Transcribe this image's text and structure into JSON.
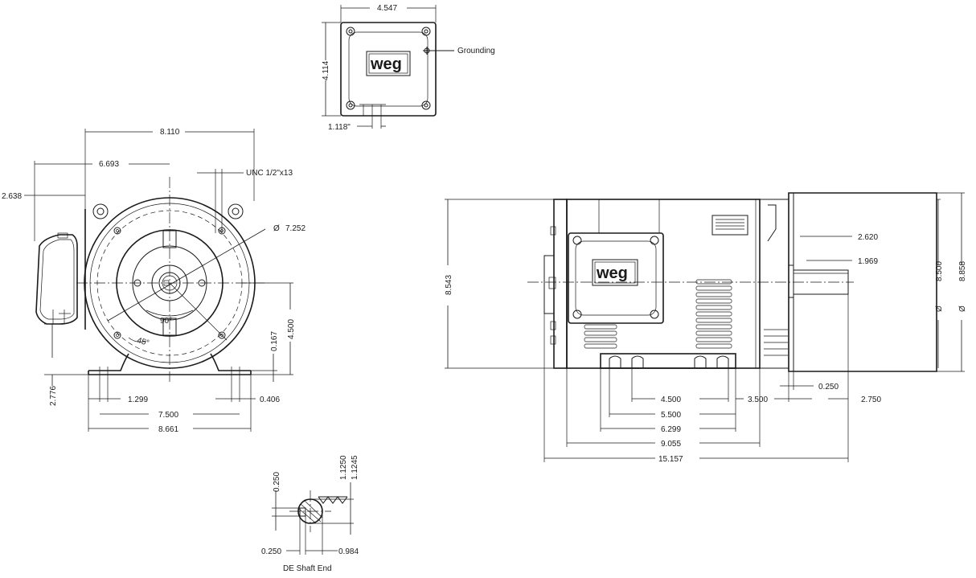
{
  "drawing": {
    "brand_logo": "weg",
    "labels": {
      "grounding": "Grounding",
      "shaft_end": "DE Shaft End",
      "thread": "UNC 1/2\"x13",
      "dia_symbol": "Ø",
      "angle_90": "90°",
      "angle_45": "45°"
    },
    "dimensions": {
      "box_width": "4.547",
      "box_height": "4.114",
      "box_conduit": "1.118\"",
      "front_width_total": "8.110",
      "front_box_offset": "6.693",
      "front_box_overhang": "2.638",
      "bolt_circle": "7.252",
      "shaft_height": "4.500",
      "foot_thickness": "0.167",
      "foot_height": "2.776",
      "foot_slot": "1.299",
      "foot_slot_width": "0.406",
      "foot_hole_spacing": "7.500",
      "foot_width": "8.661",
      "overall_height": "8.543",
      "side_2620": "2.620",
      "side_1969": "1.969",
      "flange_dia": "8.500",
      "frame_dia": "8.858",
      "shaft_shoulder": "0.250",
      "foot_holes_a": "4.500",
      "foot_holes_b": "5.500",
      "foot_length": "6.299",
      "shaft_ext": "3.500",
      "shaft_length": "2.750",
      "body_length": "9.055",
      "overall_length": "15.157",
      "key_width": "0.250",
      "shaft_dia_max": "1.1250",
      "shaft_dia_min": "1.1245",
      "key_depth": "0.250",
      "key_to_flat": "0.984"
    }
  }
}
